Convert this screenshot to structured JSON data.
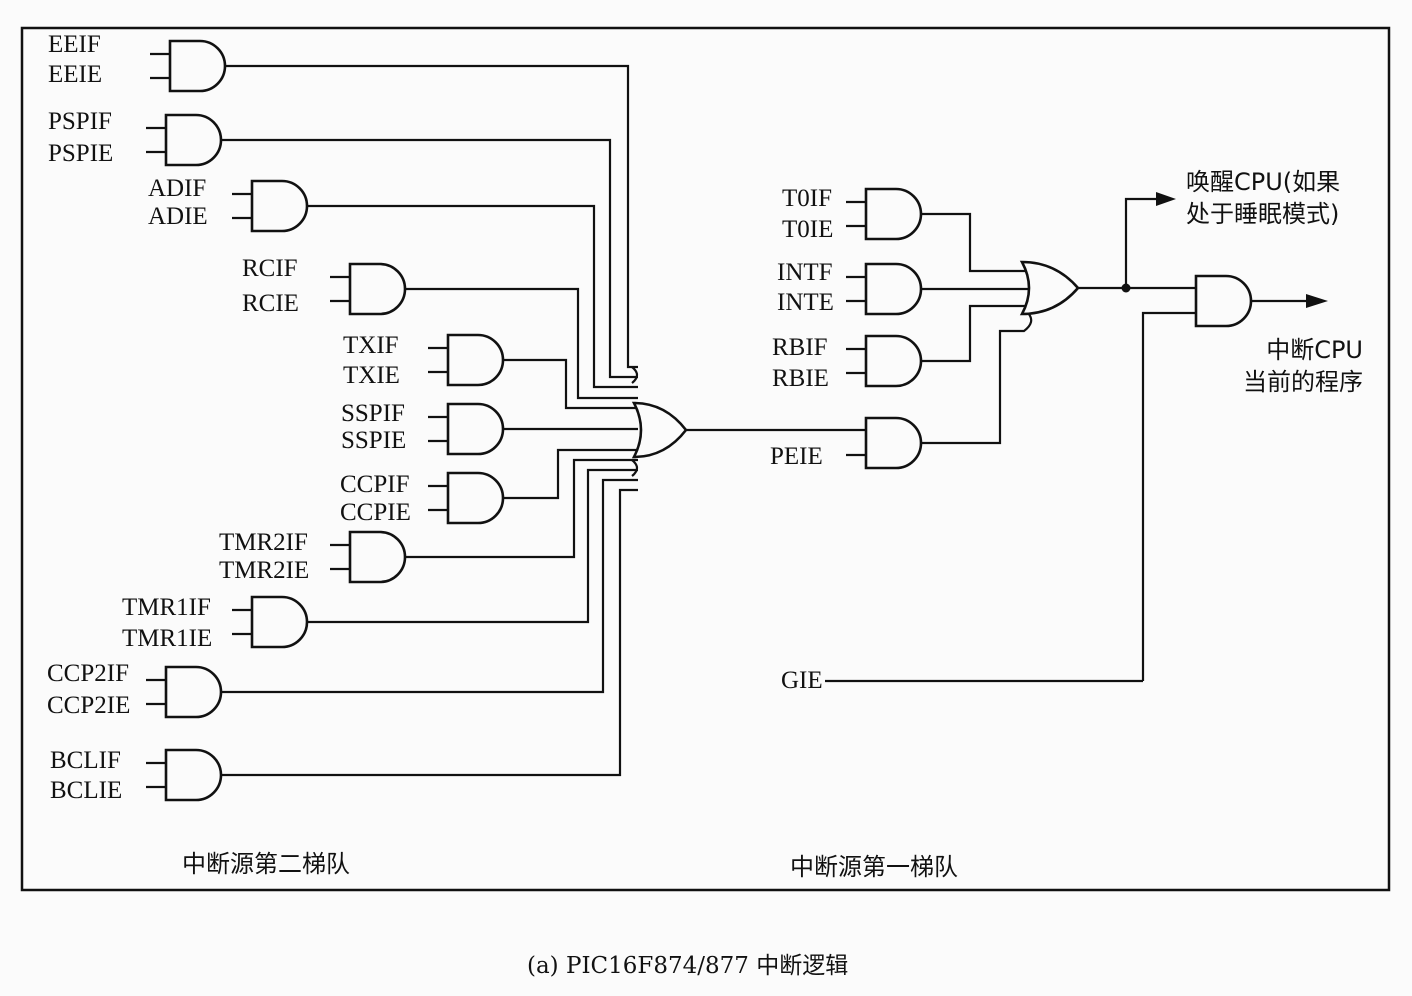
{
  "caption": "(a) PIC16F874/877 中断逻辑",
  "group_second": "中断源第二梯队",
  "group_first": "中断源第一梯队",
  "second_tier_gates": [
    {
      "flag": "EEIF",
      "enable": "EEIE"
    },
    {
      "flag": "PSPIF",
      "enable": "PSPIE"
    },
    {
      "flag": "ADIF",
      "enable": "ADIE"
    },
    {
      "flag": "RCIF",
      "enable": "RCIE"
    },
    {
      "flag": "TXIF",
      "enable": "TXIE"
    },
    {
      "flag": "SSPIF",
      "enable": "SSPIE"
    },
    {
      "flag": "CCPIF",
      "enable": "CCPIE"
    },
    {
      "flag": "TMR2IF",
      "enable": "TMR2IE"
    },
    {
      "flag": "TMR1IF",
      "enable": "TMR1IE"
    },
    {
      "flag": "CCP2IF",
      "enable": "CCP2IE"
    },
    {
      "flag": "BCLIF",
      "enable": "BCLIE"
    }
  ],
  "first_tier_gates": [
    {
      "flag": "T0IF",
      "enable": "T0IE"
    },
    {
      "flag": "INTF",
      "enable": "INTE"
    },
    {
      "flag": "RBIF",
      "enable": "RBIE"
    }
  ],
  "peie_label": "PEIE",
  "gie_label": "GIE",
  "wake_label": [
    "唤醒CPU(如果",
    "处于睡眠模式)"
  ],
  "interrupt_label": [
    "中断CPU",
    "当前的程序"
  ]
}
